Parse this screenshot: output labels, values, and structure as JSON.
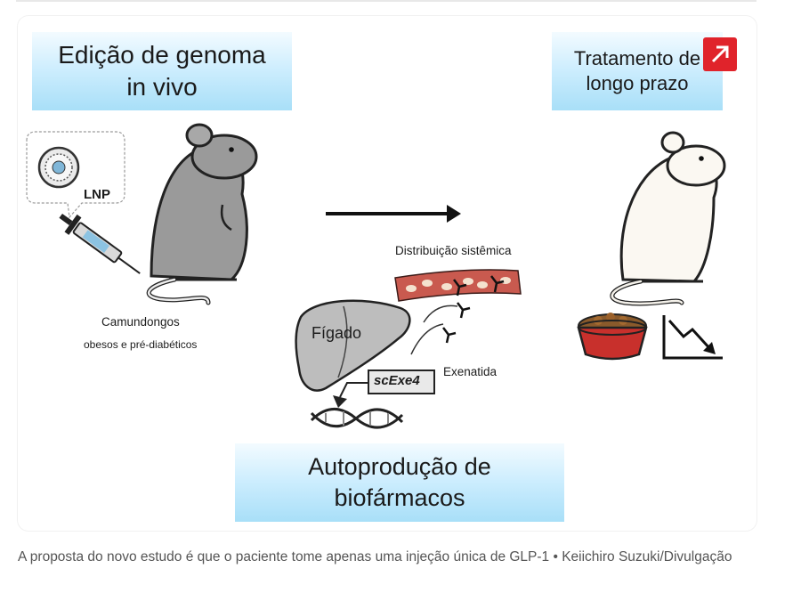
{
  "banners": {
    "genome": {
      "line1": "Edição de genoma",
      "line2": "in vivo"
    },
    "treatment": {
      "line1": "Tratamento de",
      "line2": "longo prazo"
    },
    "autoproduction": {
      "line1": "Autoprodução de",
      "line2": "biofármacos"
    }
  },
  "labels": {
    "lnp": "LNP",
    "mice": "Camundongos",
    "mice_sub": "obesos e pré-diabéticos",
    "distribution": "Distribuição sistêmica",
    "liver": "Fígado",
    "gene": "scExe4",
    "exenatide": "Exenatida"
  },
  "caption": "A proposta do novo estudo é que o paciente tome apenas uma injeção única de GLP-1 • Keiichiro Suzuki/Divulgação",
  "icons": [
    "lnp-particle-icon",
    "syringe-icon",
    "arrow-right-icon",
    "exenatide-molecule-icon",
    "dna-icon",
    "food-bowl-icon",
    "downtrend-chart-icon",
    "expand-icon"
  ],
  "colors": {
    "banner": "#b8e6fb",
    "accent": "#e0232b",
    "vessel": "#c95a4f",
    "bowl": "#c8302c",
    "mouse_gray": "#9a9a9a",
    "mouse_white": "#fbf8f2"
  }
}
